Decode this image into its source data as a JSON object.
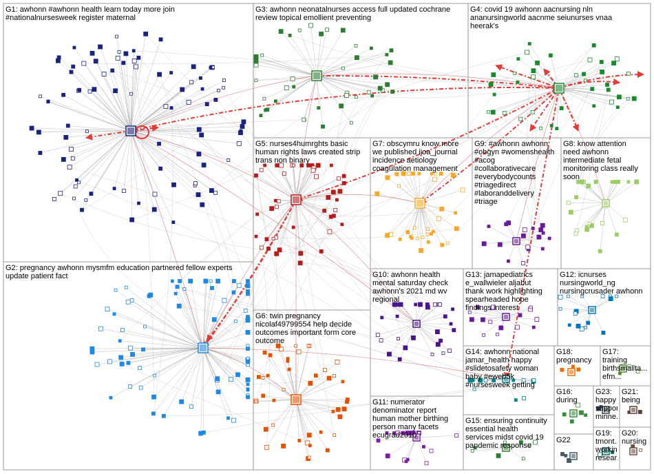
{
  "groups": [
    {
      "id": "G1",
      "label": "G1: awhonn #awhonn health learn today more join\n#nationalnursesweek register maternal",
      "color": "#1a237e"
    },
    {
      "id": "G2",
      "label": "G2: pregnancy awhonn mysmfm education partnered fellow experts\nupdate patient fact",
      "color": "#1e88e5"
    },
    {
      "id": "G3",
      "label": "G3: awhonn neonatalnurses access full updated cochrane\nreview topical emollient preventing",
      "color": "#2e7d32"
    },
    {
      "id": "G4",
      "label": "G4: covid 19 awhonn aacnursing nln\nananursingworld aacnme seiunurses vnaa\nheerak's",
      "color": "#1b8a2e"
    },
    {
      "id": "G5",
      "label": "G5: nurses4humrghts basic\nhuman rights laws created strip\ntrans non binary",
      "color": "#b71c1c"
    },
    {
      "id": "G6",
      "label": "G6: twin pregnancy\nnicolaf49799554 help decide\noutcomes important form core\noutcome",
      "color": "#e65100"
    },
    {
      "id": "G7",
      "label": "G7: obscymru know more\nwe published ijoa_journal\nincidence aetiology\ncoagulation management",
      "color": "#f9a825"
    },
    {
      "id": "G8",
      "label": "G8: know attention\nneed awhonn\nintermediate fetal\nmonitoring class really\nsoon",
      "color": "#9ccc65"
    },
    {
      "id": "G9",
      "label": "G9: #awhonn awhonn\n#obgyn #womenshealth\n#acog\n#collaborativecare\n#everybodycounts\n#triagedirect\n#laboranddelivery\n#triage",
      "color": "#6a1b9a"
    },
    {
      "id": "G10",
      "label": "G10: awhonn health\nmental saturday check\nawhonn's 2021 md wv\nregional",
      "color": "#4a148c"
    },
    {
      "id": "G11",
      "label": "G11: numerator\ndenominator report\nhuman mother birthing\nperson many facets\necugrad2010",
      "color": "#7b1fa2"
    },
    {
      "id": "G12",
      "label": "G12: icnurses\nnursingworld_ng\nnursingcrusader awhonn",
      "color": "#0277bd"
    },
    {
      "id": "G13",
      "label": "G13: jamapediatrics\ne_wallwieler aljabut\nthank work highlighting\nspearheaded hope\nfindings interest",
      "color": "#6a1b9a"
    },
    {
      "id": "G14",
      "label": "G14: awhonn national\njamar_health happy\n#slidetosafety woman\nbaby #eweb5k\n#nursesweek getting",
      "color": "#00838f"
    },
    {
      "id": "G15",
      "label": "G15: ensuring continuity\nessential health\nservices midst covid 19\npandemic response",
      "color": "#2e7d32"
    },
    {
      "id": "G16",
      "label": "G16:\nduring",
      "color": "#388e3c"
    },
    {
      "id": "G17",
      "label": "G17:\ntraining\nbirthsmallta...\nefm...",
      "color": "#558b2f"
    },
    {
      "id": "G18",
      "label": "G18:\npregnancy",
      "color": "#ef6c00"
    },
    {
      "id": "G19",
      "label": "G19:\ntmont...\nworking\nresear...",
      "color": "#00695c"
    },
    {
      "id": "G20",
      "label": "G20:\nnursing",
      "color": "#6d4c41"
    },
    {
      "id": "G21",
      "label": "G21:\nbeing",
      "color": "#5d4037"
    },
    {
      "id": "G22",
      "label": "G22",
      "color": "#455a64"
    },
    {
      "id": "G23",
      "label": "G23:\nhappy\nsupport\nminne...",
      "color": "#37474f"
    }
  ],
  "colors": {
    "panel_border": "#9a9a9a",
    "edge": "#8a8a8a",
    "cross_edge": "#c62828",
    "highlight_edge": "#e53935"
  }
}
